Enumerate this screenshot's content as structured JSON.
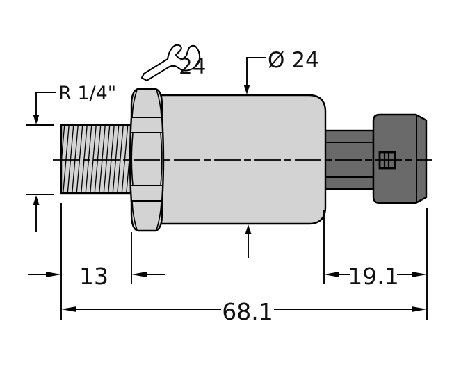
{
  "drawing": {
    "type": "technical-dimension-drawing",
    "subject": "pressure-sensor-with-threaded-process-connection-and-connector",
    "labels": {
      "thread_size": "R 1/4\"",
      "wrench_size": "24",
      "diameter": "Ø 24",
      "dim_thread_length": "13",
      "dim_connector_length": "19.1",
      "dim_overall_length": "68.1"
    },
    "icons": {
      "wrench_icon": "open-end-wrench"
    },
    "colors": {
      "body_fill": "#d3d3d3",
      "connector_fill": "#6a6a6a",
      "line": "#000000",
      "background": "#ffffff"
    }
  }
}
